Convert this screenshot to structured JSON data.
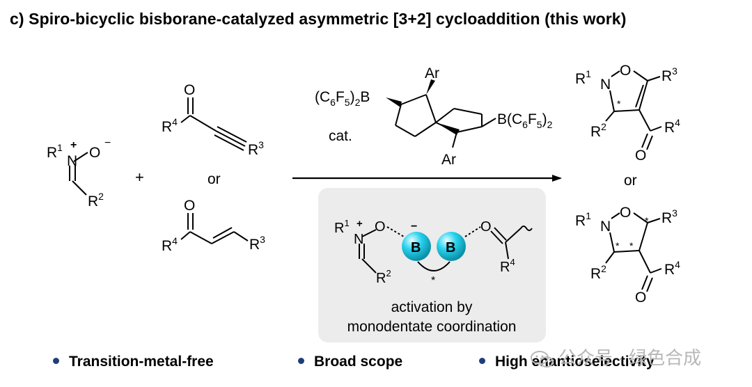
{
  "title": "c) Spiro-bicyclic bisborane-catalyzed asymmetric [3+2] cycloaddition (this work)",
  "labels": {
    "nitrone_r1": "R",
    "nitrone_r1_sup": "1",
    "nitrone_o": "O",
    "nitrone_r2": "R",
    "nitrone_r2_sup": "2",
    "nitrone_n": "N",
    "plus": "+",
    "minus": "−",
    "reagent_plus": "+",
    "alkyne_r4": "R",
    "alkyne_r4_sup": "4",
    "alkyne_r3": "R",
    "alkyne_r3_sup": "3",
    "alkyne_o": "O",
    "or_mid": "or",
    "enone_r4": "R",
    "enone_r4_sup": "4",
    "enone_r3": "R",
    "enone_r3_sup": "3",
    "enone_o": "O",
    "cat_label": "cat.",
    "ar": "Ar",
    "boryl_left": "(C6F5)2B",
    "boryl_right": "B(C6F5)2",
    "prod_or": "or",
    "star": "*",
    "boron": "B",
    "activation_line1": "activation by",
    "activation_line2": "monodentate coordination"
  },
  "bullets": [
    "Transition-metal-free",
    "Broad scope",
    "High enantioselectivity"
  ],
  "watermark": "公众号 · 绿色合成",
  "colors": {
    "bullet": "#1f3d7a",
    "panel": "#ececec",
    "boron_sphere": "#29d3ee",
    "watermark": "#b7b7b7"
  }
}
